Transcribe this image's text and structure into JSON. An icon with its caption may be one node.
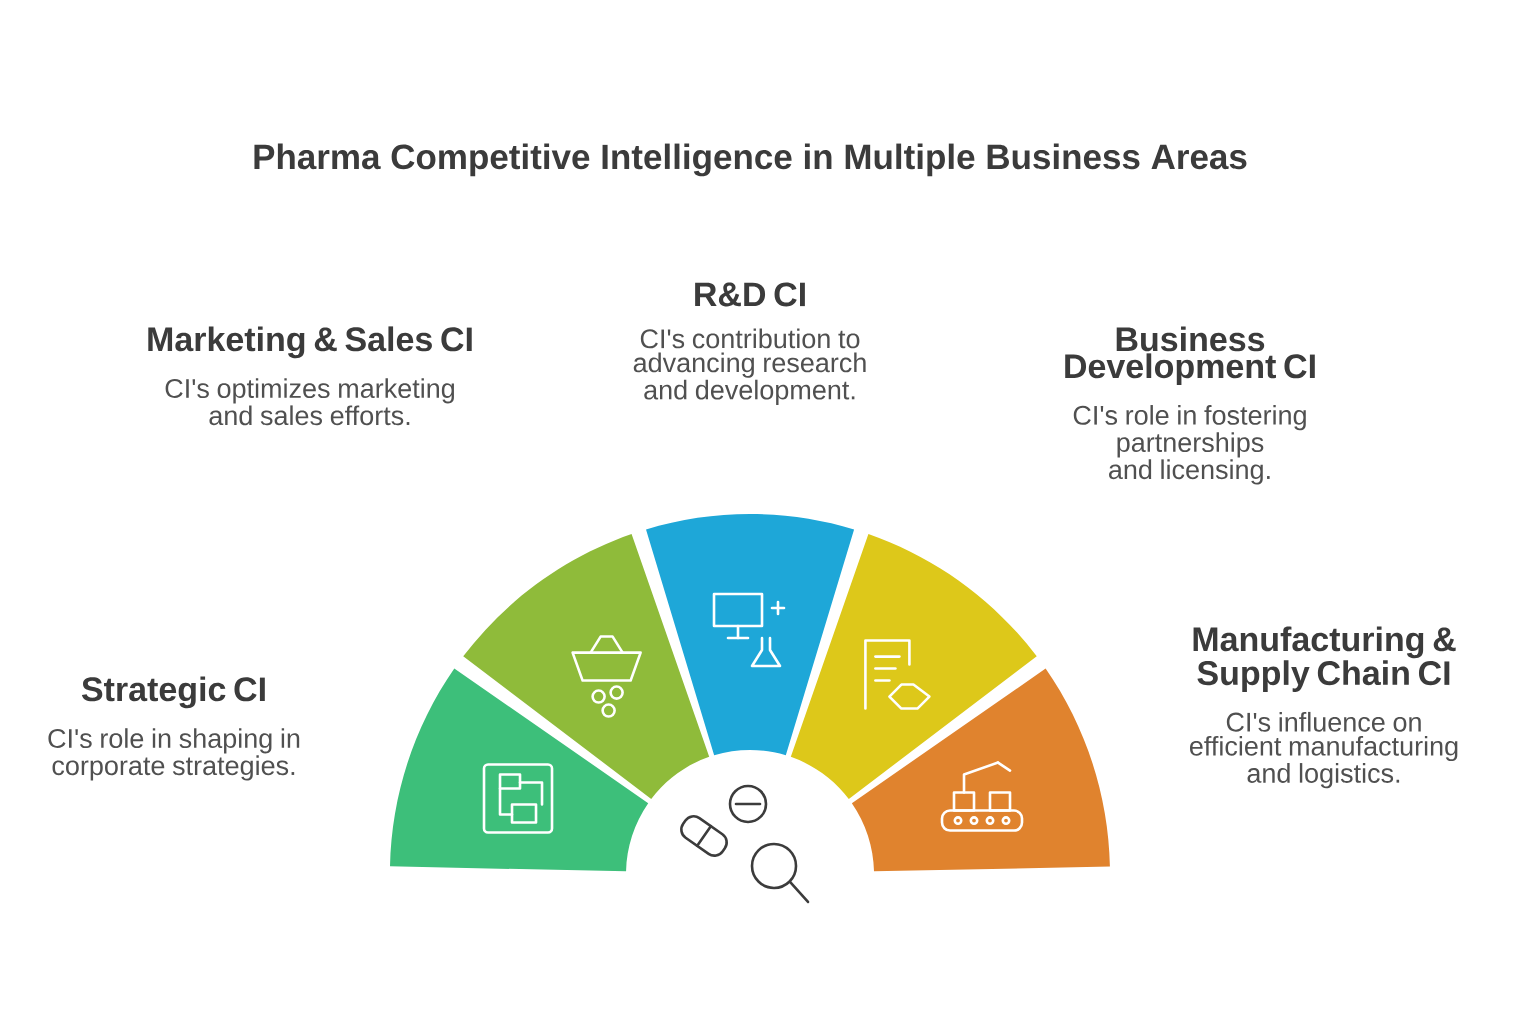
{
  "diagram": {
    "title": "Pharma Competitive Intelligence in Multiple Business Areas",
    "nodes": [
      {
        "text": [
          "Strategic CI",
          "CI's role in shaping in corporate strategies."
        ]
      },
      {
        "text": [
          "Marketing & Sales CI",
          "CI's optimizes marketing and sales efforts."
        ]
      },
      {
        "text": [
          "R&D CI",
          "CI's contribution to advancing research and development."
        ]
      },
      {
        "text": [
          "Business Development CI",
          "CI's role in fostering partnerships and licensing."
        ]
      },
      {
        "text": [
          "Manufacturing & Supply Chain CI",
          "CI's influence on efficient manufacturing and logistics."
        ]
      }
    ]
  }
}
